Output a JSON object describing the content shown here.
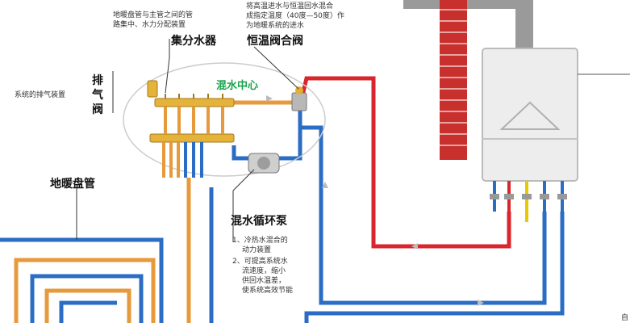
{
  "labels": {
    "top_note_1": "地暖盘管与主管之间的管",
    "top_note_2": "路集中、水力分配装置",
    "manifold": "集分水器",
    "thermo_valve": "恒温阀合阀",
    "thermo_note_1": "将高温进水与恒温回水混合",
    "thermo_note_2": "成指定温度（40度—50度）作",
    "thermo_note_3": "为地暖系统的进水",
    "mix_center": "混水中心",
    "vent_valve_1": "排",
    "vent_valve_2": "气",
    "vent_valve_3": "阀",
    "vent_note": "系统的排气装置",
    "floor_coil": "地暖盘管",
    "pump": "混水循环泵",
    "pump_note_1": "1、冷热水混合的",
    "pump_note_2": "动力装置",
    "pump_note_3": "2、可提高系统水",
    "pump_note_4": "流速度，缩小",
    "pump_note_5": "供回水温差，",
    "pump_note_6": "使系统高效节能",
    "corner": "自"
  },
  "colors": {
    "hot_pipe": "#d9262c",
    "cold_pipe": "#2b6cc4",
    "coil_pipe": "#e69a3c",
    "chimney": "#c8302e",
    "boiler_body": "#eeeeee",
    "mix_text": "#1aa34a"
  }
}
